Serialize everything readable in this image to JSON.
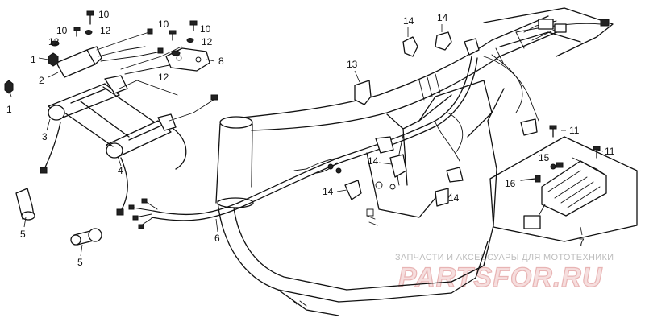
{
  "callouts": {
    "c1a": "1",
    "c1b": "1",
    "c2": "2",
    "c3": "3",
    "c4": "4",
    "c5a": "5",
    "c5b": "5",
    "c6": "6",
    "c7": "7",
    "c8": "8",
    "c10a": "10",
    "c10b": "10",
    "c10c": "10",
    "c10d": "10",
    "c11a": "11",
    "c11b": "11",
    "c12a": "12",
    "c12b": "12",
    "c12c": "12",
    "c12d": "12",
    "c13": "13",
    "c14a": "14",
    "c14b": "14",
    "c14c": "14",
    "c14d": "14",
    "c14e": "14",
    "c15": "15",
    "c16": "16"
  },
  "watermark": {
    "tagline": "ЗАПЧАСТИ И АКСЕССУАРЫ ДЛЯ МОТОТЕХНИКИ",
    "brand": "PARTSFOR.RU"
  }
}
